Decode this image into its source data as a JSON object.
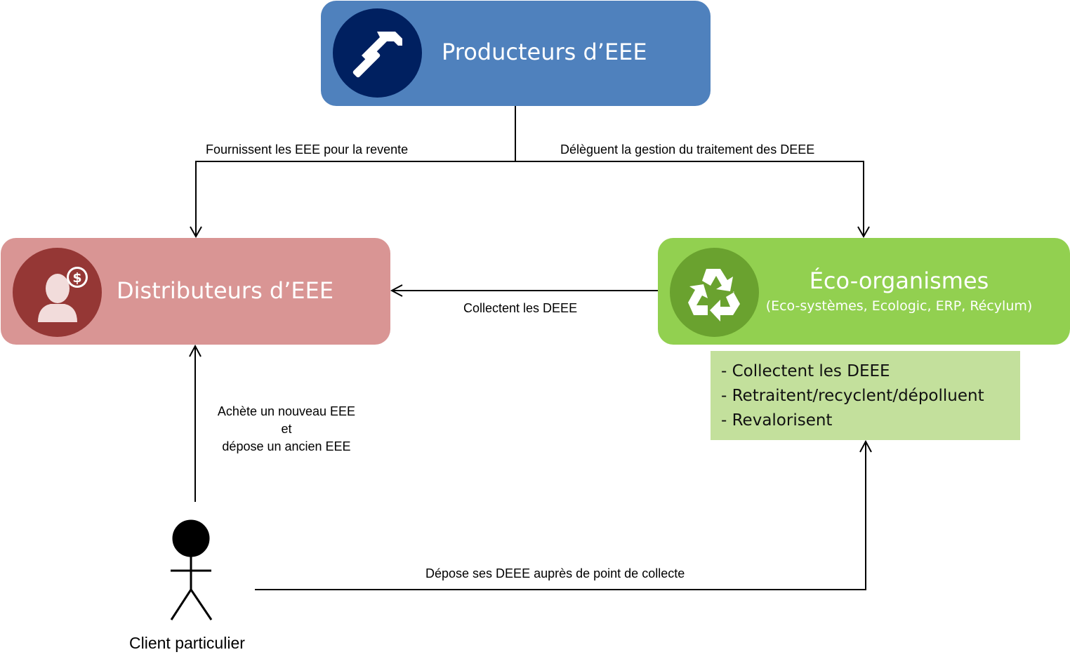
{
  "nodes": {
    "producteurs": {
      "title": "Producteurs d’EEE",
      "icon": "hammer-icon",
      "color": "#4f81bd"
    },
    "distributeurs": {
      "title": "Distributeurs d’EEE",
      "icon": "seller-icon",
      "color": "#d99594"
    },
    "eco_organismes": {
      "title": "Éco-organismes",
      "subtitle": "(Eco-systèmes, Ecologic, ERP, Récylum)",
      "icon": "recycle-icon",
      "color": "#92d050"
    }
  },
  "eco_roles": [
    "- Collectent les DEEE",
    "- Retraitent/recyclent/dépolluent",
    "- Revalorisent"
  ],
  "edges": {
    "fournissent": "Fournissent  les EEE pour la revente",
    "deleguent": "Délèguent la gestion du traitement des DEEE",
    "collectent": "Collectent les DEEE",
    "achete_line1": "Achète un nouveau EEE",
    "achete_line2": "et",
    "achete_line3": "dépose un ancien EEE",
    "depose": "Dépose ses DEEE auprès de point de collecte"
  },
  "actor": {
    "label": "Client particulier",
    "icon": "stick-figure-icon"
  }
}
